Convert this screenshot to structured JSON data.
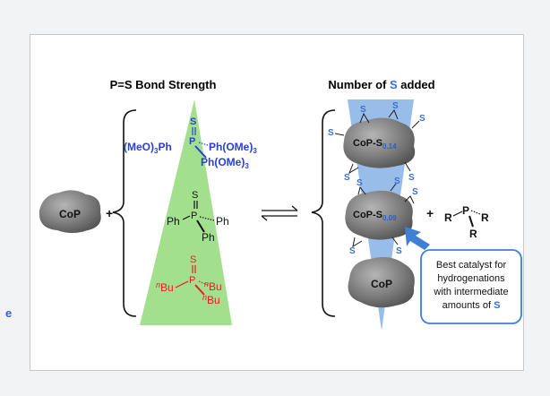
{
  "left_header": "P=S Bond Strength",
  "right_header": {
    "prefix": "Number of ",
    "highlight": "S",
    "suffix": " added"
  },
  "cop_label": "CoP",
  "plus": "+",
  "sulfur": "S",
  "phosphorus": "P",
  "ligand_top": {
    "left": "(MeO)",
    "left_sub": "3",
    "left_tail": "Ph",
    "right": "Ph(OMe)",
    "right_sub": "3",
    "bottom": "Ph(OMe)",
    "bottom_sub": "3"
  },
  "ligand_mid": {
    "left": "Ph",
    "right": "Ph",
    "bottom": "Ph"
  },
  "ligand_bot": {
    "n": "n",
    "bu": "Bu"
  },
  "particle_top": {
    "label": "CoP-S",
    "sub": "0.14"
  },
  "particle_mid": {
    "label": "CoP-S",
    "sub": "0.09"
  },
  "particle_bot": {
    "label": "CoP"
  },
  "phosphine": {
    "R": "R"
  },
  "callout": {
    "line1": "Best catalyst for",
    "line2": "hydrogenations",
    "line3": "with intermediate",
    "line4_prefix": "amounts of ",
    "line4_highlight": "S"
  },
  "edge_mark": "e",
  "colors": {
    "blue": "#2a3fd4",
    "red": "#e02020",
    "gray_particle": "#8a8a8a",
    "green_wedge": "#9fe08a",
    "blue_wedge": "#8fb6e8",
    "callout_border": "#3f7fd4",
    "s_label": "#3b6fd0"
  }
}
